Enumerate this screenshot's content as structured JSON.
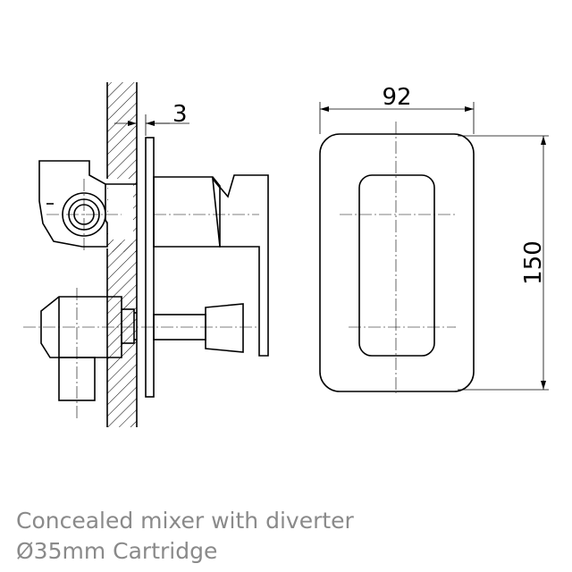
{
  "dimensions": {
    "gap": "3",
    "width": "92",
    "height": "150"
  },
  "caption": {
    "line1": "Concealed mixer with diverter",
    "line2": "Ø35mm Cartridge"
  }
}
